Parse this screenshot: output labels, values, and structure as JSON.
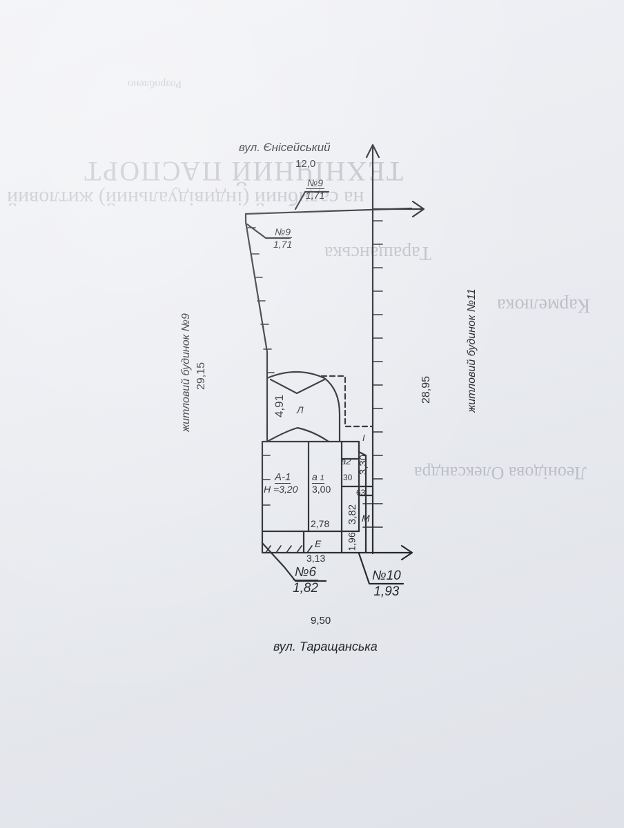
{
  "ghost_text": {
    "line1": "ТЕХНІЧНИЙ ПАСПОРТ",
    "line2": "на садибний (індивідуальний) житловий",
    "line3": "Таращанська",
    "line4": "Кармелюка",
    "line5": "Леонідова Олександра",
    "line6": "Розроблено"
  },
  "plan": {
    "street_top": "вул. Єнісейський",
    "dim_top": "12,0",
    "neighbor_top_right": {
      "num": "№9",
      "den": "1,71"
    },
    "neighbor_top_left": {
      "num": "№9",
      "den": "1,71"
    },
    "left_side_label": "житловий будинок  №9",
    "left_dim": "29,15",
    "right_side_label": "житловий будинок  №11",
    "right_dim": "28,95",
    "dim_491": "4,91",
    "room_L": "Л",
    "room_A1": "А-1",
    "room_A1_height": "Н =3,20",
    "room_a": "а",
    "room_a1": "1",
    "dim_300": "3,00",
    "room_a2": "а2",
    "dim_130": "30",
    "dim_330": "3,30",
    "dim_063": "63",
    "dim_382": "3,82",
    "room_M": "М",
    "room_I": "І",
    "dim_278": "2,78",
    "room_E": "Е",
    "dim_313": "3,13",
    "dim_196": "1,96",
    "neighbor_bottom_left": {
      "num": "№6",
      "den": "1,82"
    },
    "neighbor_bottom_right": {
      "num": "№10",
      "den": "1,93"
    },
    "dim_bottom": "9,50",
    "street_bottom": "вул. Таращанська"
  }
}
